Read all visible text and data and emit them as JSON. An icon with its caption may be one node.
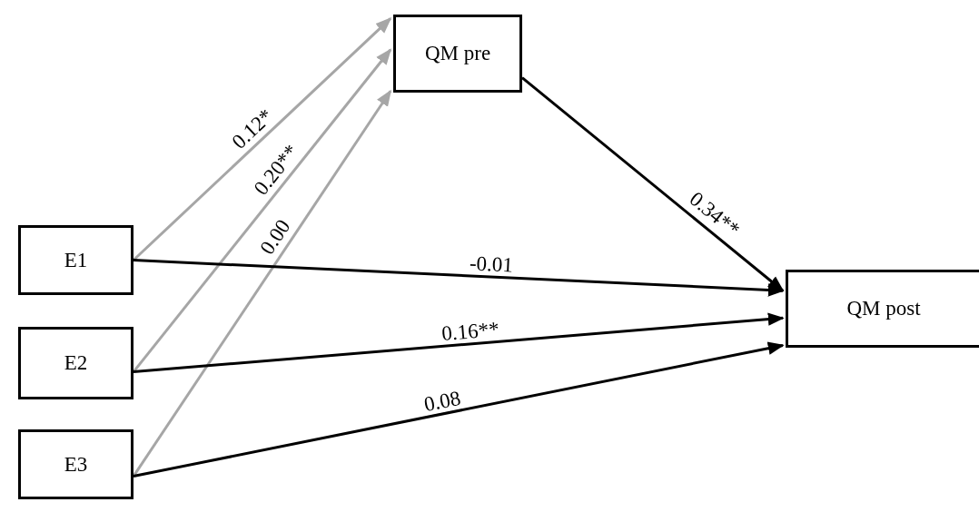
{
  "diagram": {
    "nodes": [
      {
        "text": [
          "QM pre"
        ]
      },
      {
        "text": [
          "E1"
        ]
      },
      {
        "text": [
          "E2"
        ]
      },
      {
        "text": [
          "E3"
        ]
      },
      {
        "text": [
          "QM post"
        ]
      }
    ],
    "edges": [
      {
        "from": 1,
        "to": 0,
        "arrow": "to",
        "label": "0.12*",
        "color": "#a6a6a6"
      },
      {
        "from": 2,
        "to": 0,
        "arrow": "to",
        "label": "0.20**",
        "color": "#a6a6a6"
      },
      {
        "from": 3,
        "to": 0,
        "arrow": "to",
        "label": "0.00",
        "color": "#a6a6a6"
      },
      {
        "from": 0,
        "to": 4,
        "arrow": "to",
        "label": "0.34**"
      },
      {
        "from": 1,
        "to": 4,
        "arrow": "to",
        "label": "-0.01"
      },
      {
        "from": 2,
        "to": 4,
        "arrow": "to",
        "label": "0.16**"
      },
      {
        "from": 3,
        "to": 4,
        "arrow": "to",
        "label": "0.08"
      }
    ]
  }
}
